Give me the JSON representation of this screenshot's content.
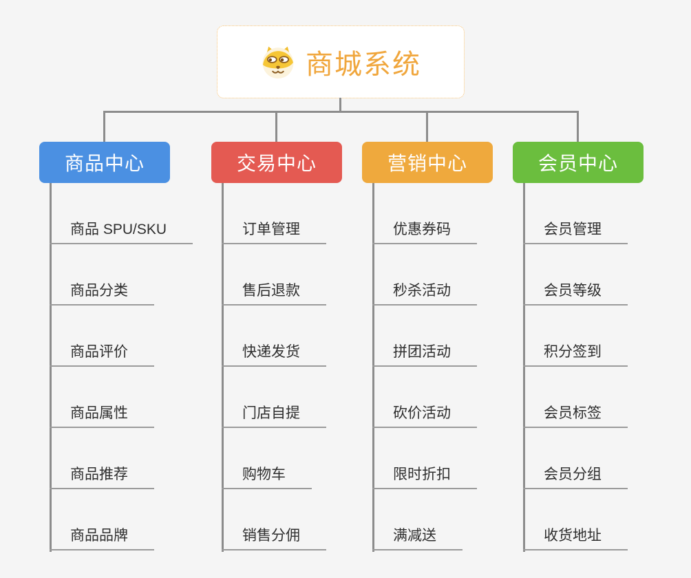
{
  "root": {
    "title": "商城系统",
    "icon": "doge-icon",
    "accent_color": "#F0A63C",
    "border_color": "#F6C377"
  },
  "style": {
    "background": "#F5F5F5",
    "line_color": "#8C8C8C",
    "underline_color": "#9A9A9A",
    "text_color": "#2E2E2E"
  },
  "branches": [
    {
      "label": "商品中心",
      "color": "#4B90E2",
      "items": [
        "商品 SPU/SKU",
        "商品分类",
        "商品评价",
        "商品属性",
        "商品推荐",
        "商品品牌"
      ]
    },
    {
      "label": "交易中心",
      "color": "#E45A52",
      "items": [
        "订单管理",
        "售后退款",
        "快递发货",
        "门店自提",
        "购物车",
        "销售分佣"
      ]
    },
    {
      "label": "营销中心",
      "color": "#EFA93D",
      "items": [
        "优惠券码",
        "秒杀活动",
        "拼团活动",
        "砍价活动",
        "限时折扣",
        "满减送"
      ]
    },
    {
      "label": "会员中心",
      "color": "#6BBE3E",
      "items": [
        "会员管理",
        "会员等级",
        "积分签到",
        "会员标签",
        "会员分组",
        "收货地址"
      ]
    }
  ]
}
